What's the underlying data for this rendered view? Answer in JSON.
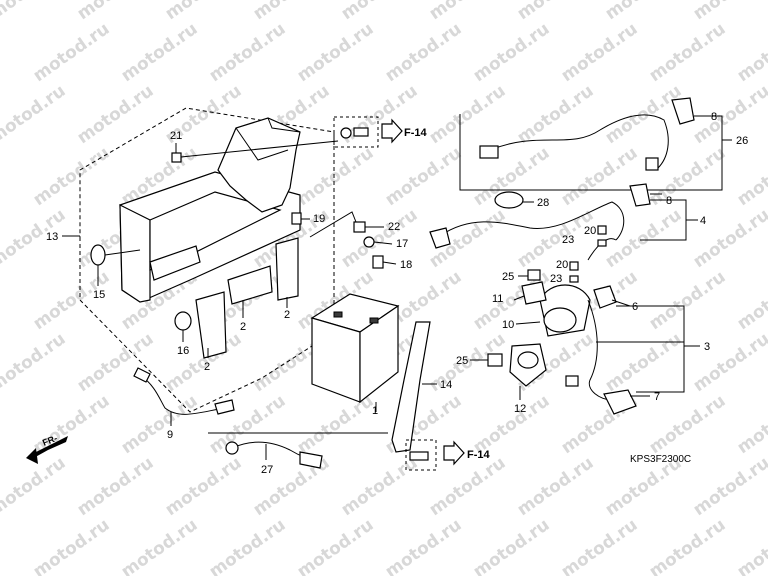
{
  "watermark": "motod.ru",
  "drawing_code": "KPS3F2300C",
  "direction_label": "FR-",
  "refs": [
    "F-14",
    "F-14"
  ],
  "parts": [
    "1",
    "2",
    "2",
    "2",
    "3",
    "4",
    "6",
    "7",
    "8",
    "8",
    "9",
    "10",
    "11",
    "12",
    "13",
    "14",
    "15",
    "16",
    "17",
    "18",
    "19",
    "20",
    "20",
    "21",
    "22",
    "23",
    "23",
    "25",
    "25",
    "26",
    "27",
    "28"
  ]
}
